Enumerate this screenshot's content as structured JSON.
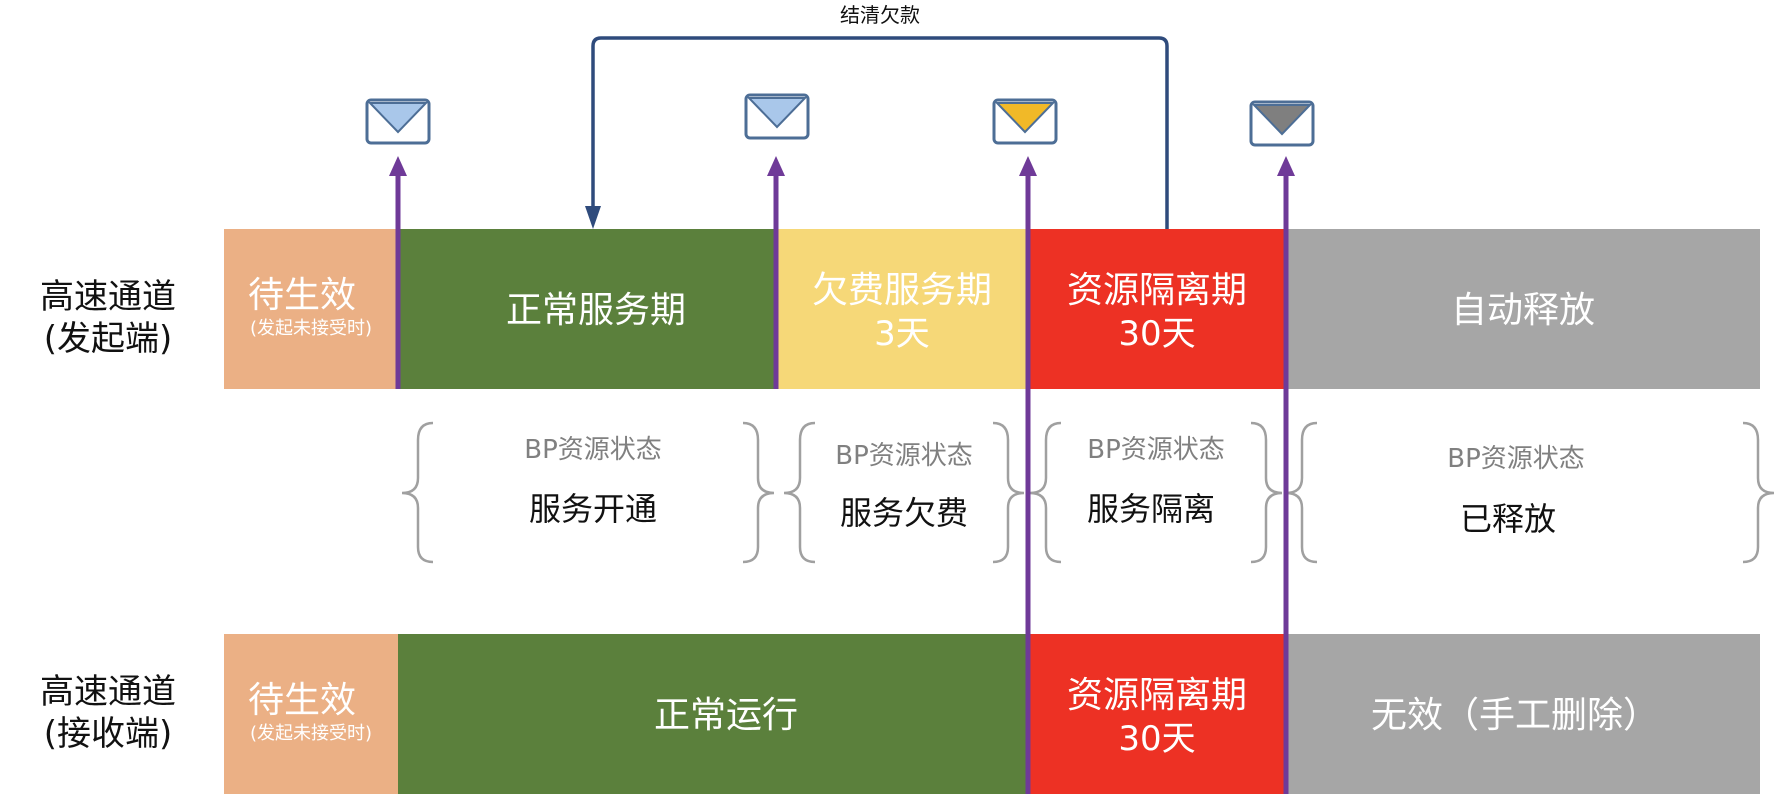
{
  "top_loop_label": "结清欠款",
  "rows": [
    {
      "label": [
        "高速通道",
        "(发起端)"
      ],
      "segments": [
        {
          "title": "待生效",
          "sub": "(发起未接受时)",
          "color": "#EBB085"
        },
        {
          "title": "正常服务期",
          "sub": "",
          "color": "#5B803C"
        },
        {
          "title": "欠费服务期",
          "sub": "3天",
          "color": "#F6D878"
        },
        {
          "title": "资源隔离期",
          "sub": "30天",
          "color": "#ED3124"
        },
        {
          "title": "自动释放",
          "sub": "",
          "color": "#A6A6A6"
        }
      ]
    },
    {
      "label": [
        "高速通道",
        "(接收端)"
      ],
      "segments": [
        {
          "title": "待生效",
          "sub": "(发起未接受时)",
          "color": "#EBB085"
        },
        {
          "title": "正常运行",
          "sub": "",
          "color": "#5B803C"
        },
        {
          "title": "资源隔离期",
          "sub": "30天",
          "color": "#ED3124"
        },
        {
          "title": "无效（手工删除）",
          "sub": "",
          "color": "#A6A6A6"
        }
      ]
    }
  ],
  "bp_states": [
    {
      "caption": "BP资源状态",
      "state": "服务开通"
    },
    {
      "caption": "BP资源状态",
      "state": "服务欠费"
    },
    {
      "caption": "BP资源状态",
      "state": "服务隔离"
    },
    {
      "caption": "BP资源状态",
      "state": "已释放"
    }
  ],
  "envelope_colors": [
    "#A9C7EA",
    "#A9C7EA",
    "#F1B928",
    "#7F7F7F"
  ],
  "colors": {
    "arrow": "#6F3A98",
    "loop": "#2F4B7C",
    "envelope_border": "#4D6E96",
    "brace": "#A0A0A0",
    "bp_caption": "#808080",
    "bp_state": "#111111"
  }
}
